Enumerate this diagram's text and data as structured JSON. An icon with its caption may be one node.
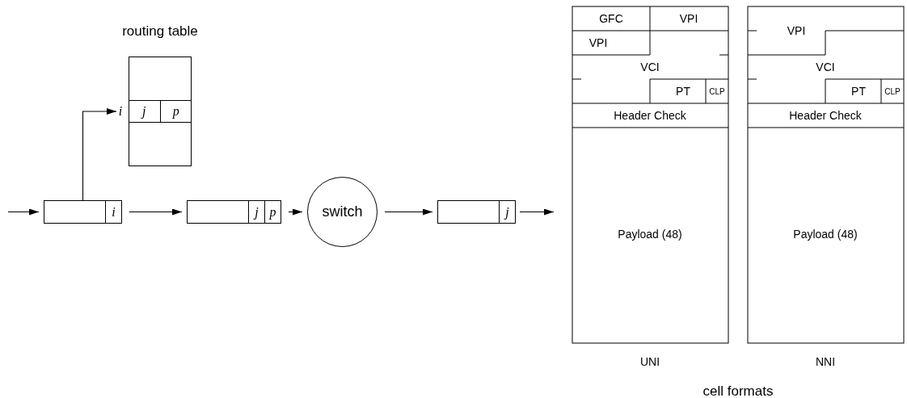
{
  "diagram": {
    "caption": "cell formats",
    "nodes": [
      {
        "text": [
          "routing table"
        ]
      },
      {
        "text": [
          "j",
          "p"
        ],
        "in": 0,
        "beside": [
          "i"
        ]
      },
      {
        "text": [
          "i"
        ]
      },
      {
        "text": [
          "j",
          "p"
        ]
      },
      {
        "text": [
          "switch"
        ]
      },
      {
        "text": [
          "j"
        ]
      }
    ],
    "edges": [
      {
        "from": null,
        "to": 2,
        "arrow": "to"
      },
      {
        "from": 2,
        "to": 1,
        "arrow": "to"
      },
      {
        "from": 2,
        "to": 3,
        "arrow": "to"
      },
      {
        "from": 3,
        "to": 4,
        "arrow": "to"
      },
      {
        "from": 4,
        "to": 5,
        "arrow": "to"
      },
      {
        "from": 5,
        "to": null,
        "arrow": "to"
      }
    ],
    "labels": [
      "GFC",
      "VPI",
      "VPI",
      "VCI",
      "PT",
      "CLP",
      "Header Check",
      "Payload (48)",
      "UNI",
      "VPI",
      "VCI",
      "PT",
      "CLP",
      "Header Check",
      "Payload (48)",
      "NNI"
    ]
  }
}
